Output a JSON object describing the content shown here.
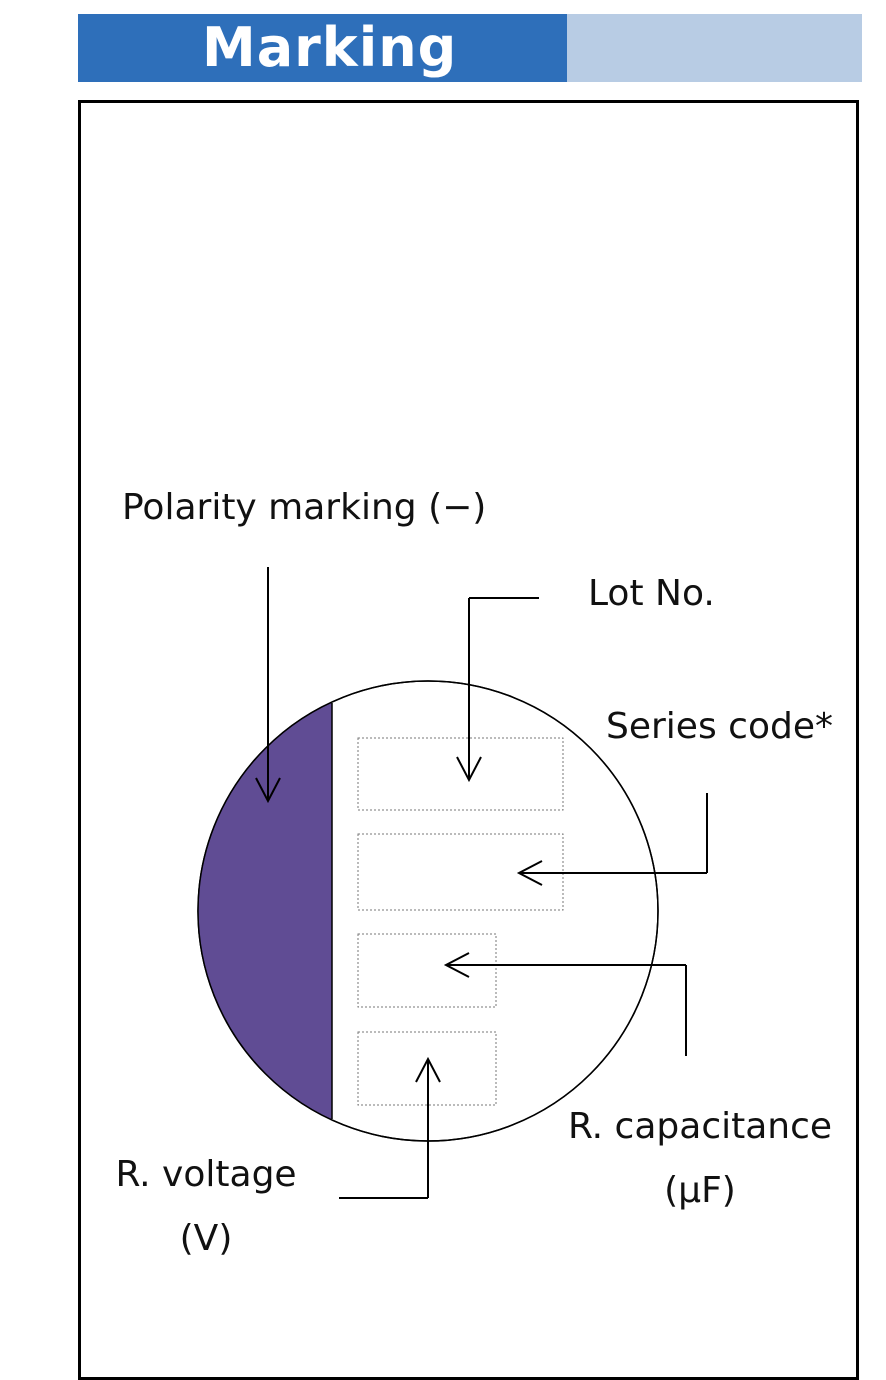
{
  "header": {
    "title": "Marking",
    "title_bg": "#2e6fba",
    "bar_bg": "#b8cce4"
  },
  "diagram": {
    "polarity_color": "#604c94",
    "labels": {
      "polarity": "Polarity marking (−)",
      "lot_no": "Lot No.",
      "series_code": "Series code*",
      "capacitance_line1": "R. capacitance",
      "capacitance_line2": "(μF)",
      "voltage_line1": "R. voltage",
      "voltage_line2": "(V)"
    }
  }
}
